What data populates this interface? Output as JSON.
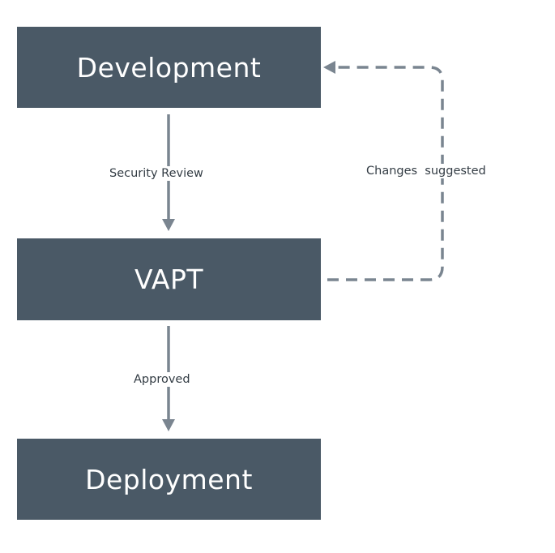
{
  "nodes": {
    "development": "Development",
    "vapt": "VAPT",
    "deployment": "Deployment"
  },
  "edges": {
    "security_review": "Security Review",
    "approved": "Approved",
    "changes_suggested": "Changes  suggested"
  },
  "colors": {
    "node_fill": "#4a5966",
    "node_text": "#ffffff",
    "connector": "#7a8590",
    "label_text": "#333c44"
  }
}
